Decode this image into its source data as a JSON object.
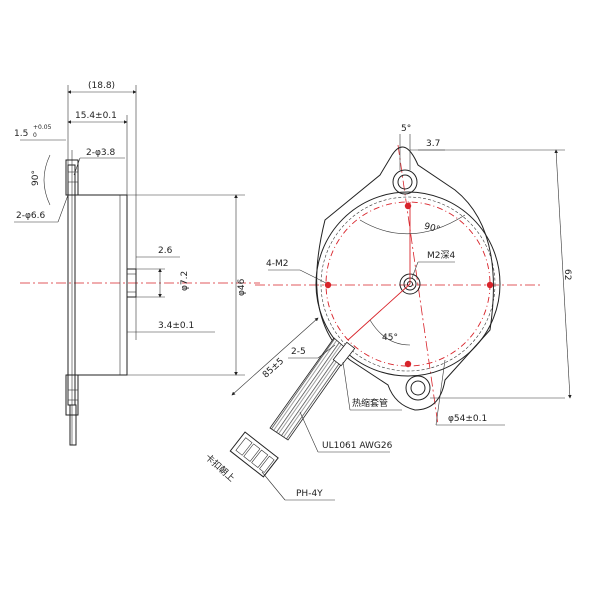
{
  "drawing": {
    "side_view": {
      "overall_length": "(18.8)",
      "body_length": "15.4±0.1",
      "flange_thickness": "1.5",
      "flange_tol_upper": "+0.05",
      "flange_tol_lower": "0",
      "angle": "90°",
      "hole_small": "2-φ3.8",
      "hole_large": "2-φ6.6",
      "shaft_offset": "2.6",
      "shaft_dia": "φ7.2",
      "shaft_height": "3.4±0.1",
      "body_dia": "φ46"
    },
    "front_view": {
      "slot_width": "5°",
      "slot_offset": "3.7",
      "angle_90": "90°",
      "angle_45": "45°",
      "thread_holes": "4-M2",
      "center_thread": "M2深4",
      "height": "62",
      "pcd": "φ54±0.1",
      "cable_length": "85±5",
      "strip_length": "2-5",
      "sleeve_label": "热缩套管",
      "wire_label": "UL1061 AWG26",
      "connector_label": "PH-4Y",
      "connector_side_note": "卡扣朝上"
    }
  }
}
